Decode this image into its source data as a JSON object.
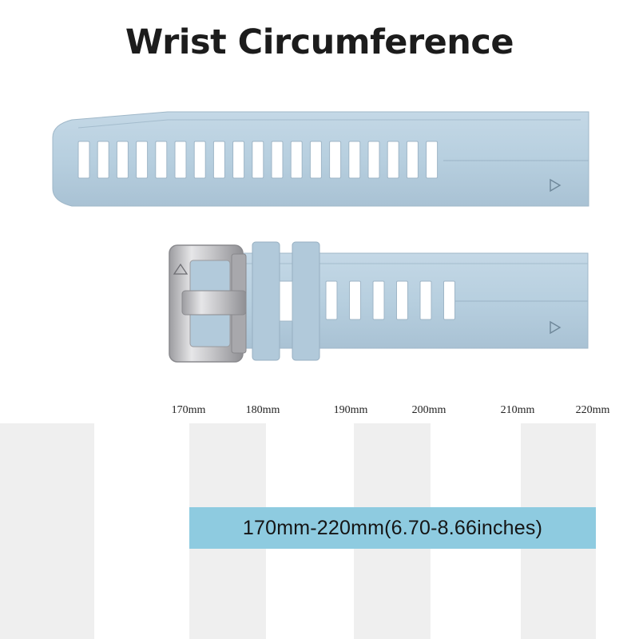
{
  "title": "Wrist Circumference",
  "ticks": [
    "170mm",
    "180mm",
    "190mm",
    "200mm",
    "210mm",
    "220mm"
  ],
  "range_label": "170mm-220mm(6.70-8.66inches)",
  "colors": {
    "strap": "#b7cfdf",
    "range_bar": "#8ecbe0",
    "stripe": "#efefef",
    "buckle": "#c7c7c9"
  },
  "icons": {
    "long_strap_arrow": "play-triangle-icon",
    "short_strap_arrow": "play-triangle-icon",
    "buckle_arrow": "up-triangle-icon"
  }
}
